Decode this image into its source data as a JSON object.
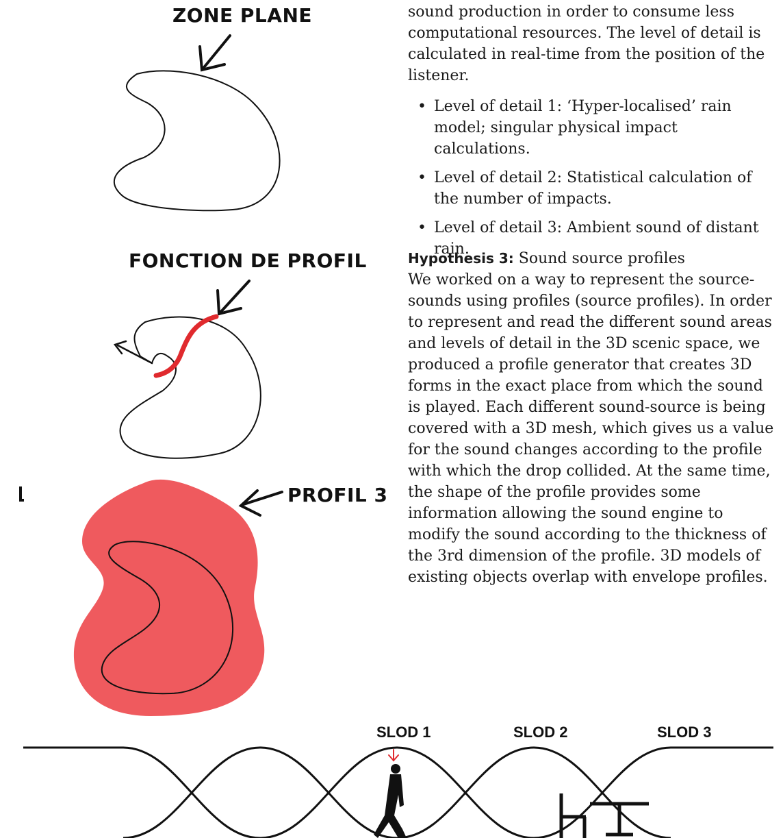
{
  "figure_labels": {
    "zone": "ZONE PLANE",
    "fonction": "FONCTION DE PROFIL",
    "profil3": "PROFIL 3"
  },
  "body_text": {
    "intro": "sound production in order to consume less computational resources. The level of detail is calculated in real-time from the position of the listener.",
    "bullets": [
      "Level of detail 1: ‘Hyper-localised’ rain model; singular physical impact calculations.",
      "Level of detail 2: Statistical calculation of the number of impacts.",
      "Level of detail 3: Ambient sound of distant rain."
    ],
    "hypothesis_title": "Hypothesis 3:",
    "hypothesis_subtitle": "Sound source profiles",
    "hypothesis_body": "We worked on a way to represent the source-sounds using profiles (source profiles). In order to represent and read the different sound areas and levels of detail in the 3D scenic space, we produced a profile generator that creates 3D forms in the exact place from which the sound is played. Each different sound-source is being covered with a 3D mesh, which gives us a value for the sound changes according to the profile with which the drop collided. At the same time, the shape of the profile provides some information allowing the sound engine to modify the sound according to the thickness of the 3rd dimension of the profile. 3D models of existing objects overlap with envelope profiles."
  },
  "slod_labels": [
    "SLOD 1",
    "SLOD 2",
    "SLOD 3"
  ],
  "colors": {
    "profile_fill": "#ef5a5e",
    "profile_stroke": "#e02a2e",
    "impact_arrow": "#e02a2e",
    "ink": "#111111"
  },
  "icons": [
    "arrow-icon",
    "walking-person-icon",
    "chair-icon",
    "table-icon"
  ]
}
